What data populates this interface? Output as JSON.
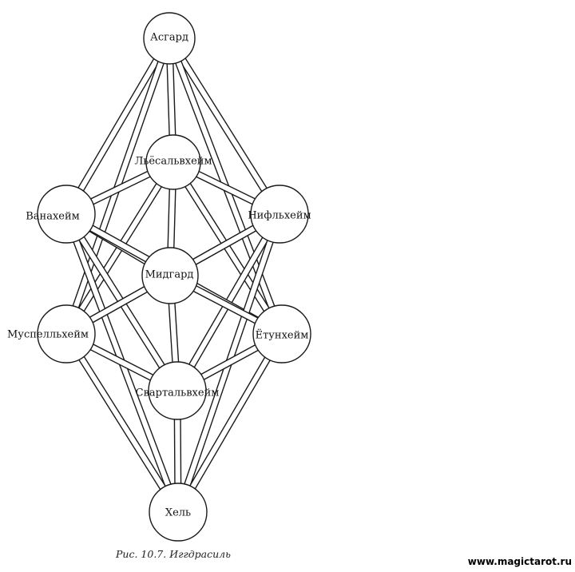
{
  "caption": "Рис. 10.7. Иггдрасиль",
  "watermark": "www.magictarot.ru",
  "colors": {
    "line": "#1a1a1a",
    "background": "#ffffff"
  },
  "nodes": [
    {
      "id": "asgard",
      "label": "Асгард"
    },
    {
      "id": "lyossalfheim",
      "label": "Льёсальвхейм"
    },
    {
      "id": "vanaheim",
      "label": "Ванахейм"
    },
    {
      "id": "niflheim",
      "label": "Нифльхейм"
    },
    {
      "id": "midgard",
      "label": "Мидгард"
    },
    {
      "id": "muspelheim",
      "label": "Муспелльхейм"
    },
    {
      "id": "jotunheim",
      "label": "Ётунхейм"
    },
    {
      "id": "svartalfheim",
      "label": "Свартальвхейм"
    },
    {
      "id": "hel",
      "label": "Хель"
    }
  ],
  "edges": [
    [
      "asgard",
      "lyossalfheim"
    ],
    [
      "asgard",
      "vanaheim"
    ],
    [
      "asgard",
      "niflheim"
    ],
    [
      "asgard",
      "muspelheim"
    ],
    [
      "asgard",
      "jotunheim"
    ],
    [
      "lyossalfheim",
      "vanaheim"
    ],
    [
      "lyossalfheim",
      "niflheim"
    ],
    [
      "lyossalfheim",
      "midgard"
    ],
    [
      "lyossalfheim",
      "muspelheim"
    ],
    [
      "lyossalfheim",
      "jotunheim"
    ],
    [
      "vanaheim",
      "midgard"
    ],
    [
      "niflheim",
      "midgard"
    ],
    [
      "vanaheim",
      "svartalfheim"
    ],
    [
      "niflheim",
      "svartalfheim"
    ],
    [
      "vanaheim",
      "jotunheim"
    ],
    [
      "niflheim",
      "muspelheim"
    ],
    [
      "vanaheim",
      "hel"
    ],
    [
      "niflheim",
      "hel"
    ],
    [
      "midgard",
      "muspelheim"
    ],
    [
      "midgard",
      "jotunheim"
    ],
    [
      "midgard",
      "svartalfheim"
    ],
    [
      "muspelheim",
      "svartalfheim"
    ],
    [
      "jotunheim",
      "svartalfheim"
    ],
    [
      "muspelheim",
      "hel"
    ],
    [
      "jotunheim",
      "hel"
    ],
    [
      "svartalfheim",
      "hel"
    ]
  ]
}
